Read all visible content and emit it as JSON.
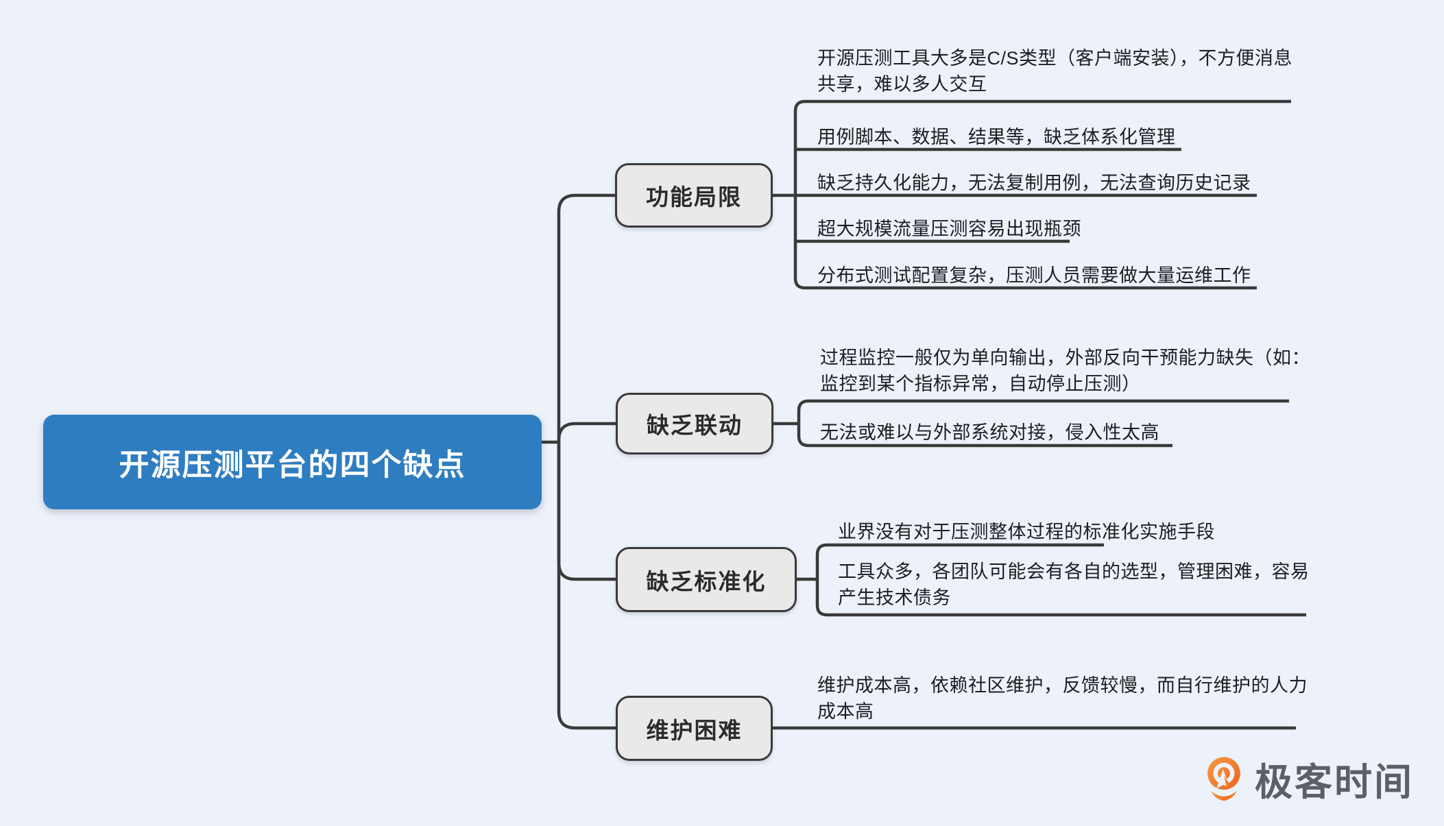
{
  "canvas": {
    "background_color": "#edf1f9",
    "line_color": "#3a3a3a"
  },
  "root": {
    "label": "开源压测平台的四个缺点",
    "bg_color": "#2e7dc0",
    "text_color": "#ffffff"
  },
  "branches": [
    {
      "label": "功能局限",
      "leaves": [
        "开源压测工具大多是C/S类型（客户端安装），不方便消息共享，难以多人交互",
        "用例脚本、数据、结果等，缺乏体系化管理",
        "缺乏持久化能力，无法复制用例，无法查询历史记录",
        "超大规模流量压测容易出现瓶颈",
        "分布式测试配置复杂，压测人员需要做大量运维工作"
      ]
    },
    {
      "label": "缺乏联动",
      "leaves": [
        "过程监控一般仅为单向输出，外部反向干预能力缺失（如：监控到某个指标异常，自动停止压测）",
        "无法或难以与外部系统对接，侵入性太高"
      ]
    },
    {
      "label": "缺乏标准化",
      "leaves": [
        "业界没有对于压测整体过程的标准化实施手段",
        "工具众多，各团队可能会有各自的选型，管理困难，容易产生技术债务"
      ]
    },
    {
      "label": "维护困难",
      "leaves": [
        "维护成本高，依赖社区维护，反馈较慢，而自行维护的人力成本高"
      ]
    }
  ],
  "logo": {
    "text": "极客时间",
    "icon": "geektime-pin-icon",
    "icon_color": "#ee7430",
    "text_color": "#5b5f66"
  }
}
